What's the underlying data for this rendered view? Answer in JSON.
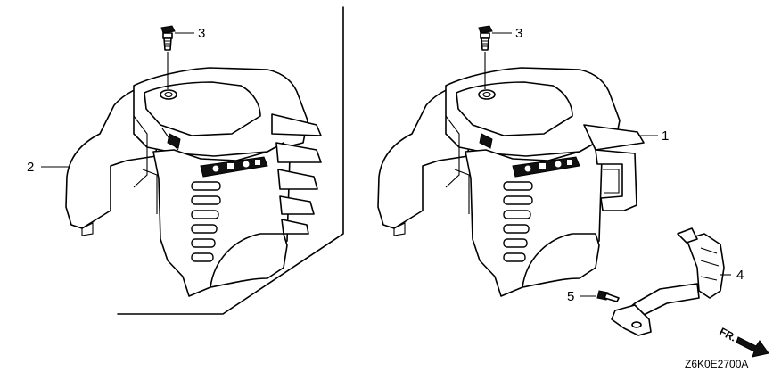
{
  "callouts": [
    {
      "id": "1",
      "text": "1"
    },
    {
      "id": "2",
      "text": "2"
    },
    {
      "id": "3a",
      "text": "3"
    },
    {
      "id": "3b",
      "text": "3"
    },
    {
      "id": "4",
      "text": "4"
    },
    {
      "id": "5",
      "text": "5"
    }
  ],
  "direction": {
    "text": "FR."
  },
  "figure_code": "Z6K0E2700A"
}
